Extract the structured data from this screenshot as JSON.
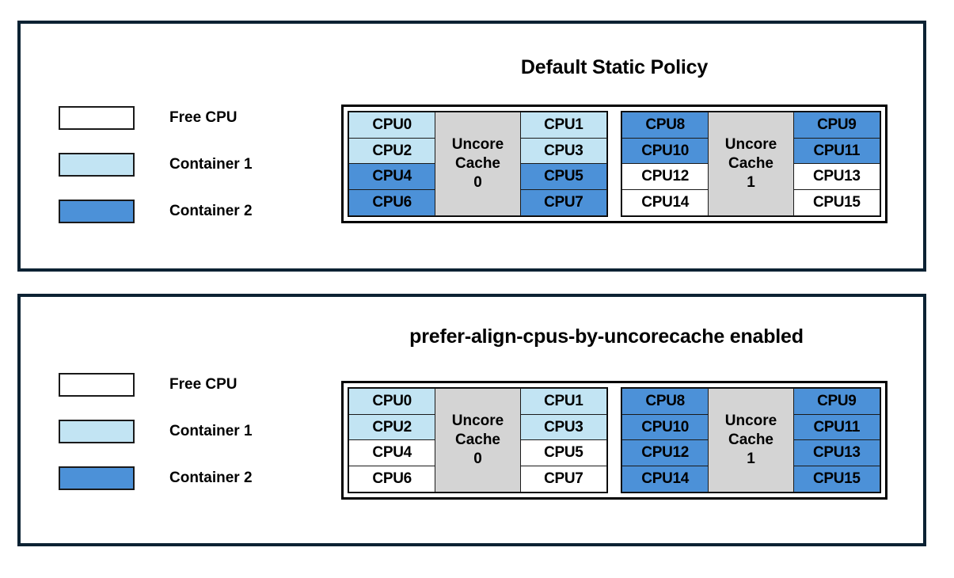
{
  "colors": {
    "free": "#ffffff",
    "container1": "#c2e4f3",
    "container2": "#4c91d8",
    "uncore_cache": "#d4d4d4",
    "panel_border": "#0c2233",
    "cell_border": "#1a1a1a"
  },
  "legend": {
    "items": [
      {
        "label": "Free CPU",
        "fill": "free"
      },
      {
        "label": "Container 1",
        "fill": "container1"
      },
      {
        "label": "Container 2",
        "fill": "container2"
      }
    ]
  },
  "panels": [
    {
      "title": "Default Static Policy",
      "legend": [
        {
          "label": "Free CPU",
          "fill": "free"
        },
        {
          "label": "Container 1",
          "fill": "container1"
        },
        {
          "label": "Container 2",
          "fill": "container2"
        }
      ],
      "cache_groups": [
        {
          "uncore_label_line1": "Uncore",
          "uncore_label_line2": "Cache",
          "uncore_label_line3": "0",
          "left_column": [
            {
              "label": "CPU0",
              "fill": "container1"
            },
            {
              "label": "CPU2",
              "fill": "container1"
            },
            {
              "label": "CPU4",
              "fill": "container2"
            },
            {
              "label": "CPU6",
              "fill": "container2"
            }
          ],
          "right_column": [
            {
              "label": "CPU1",
              "fill": "container1"
            },
            {
              "label": "CPU3",
              "fill": "container1"
            },
            {
              "label": "CPU5",
              "fill": "container2"
            },
            {
              "label": "CPU7",
              "fill": "container2"
            }
          ]
        },
        {
          "uncore_label_line1": "Uncore",
          "uncore_label_line2": "Cache",
          "uncore_label_line3": "1",
          "left_column": [
            {
              "label": "CPU8",
              "fill": "container2"
            },
            {
              "label": "CPU10",
              "fill": "container2"
            },
            {
              "label": "CPU12",
              "fill": "free"
            },
            {
              "label": "CPU14",
              "fill": "free"
            }
          ],
          "right_column": [
            {
              "label": "CPU9",
              "fill": "container2"
            },
            {
              "label": "CPU11",
              "fill": "container2"
            },
            {
              "label": "CPU13",
              "fill": "free"
            },
            {
              "label": "CPU15",
              "fill": "free"
            }
          ]
        }
      ]
    },
    {
      "title": "prefer-align-cpus-by-uncorecache enabled",
      "legend": [
        {
          "label": "Free CPU",
          "fill": "free"
        },
        {
          "label": "Container 1",
          "fill": "container1"
        },
        {
          "label": "Container 2",
          "fill": "container2"
        }
      ],
      "cache_groups": [
        {
          "uncore_label_line1": "Uncore",
          "uncore_label_line2": "Cache",
          "uncore_label_line3": "0",
          "left_column": [
            {
              "label": "CPU0",
              "fill": "container1"
            },
            {
              "label": "CPU2",
              "fill": "container1"
            },
            {
              "label": "CPU4",
              "fill": "free"
            },
            {
              "label": "CPU6",
              "fill": "free"
            }
          ],
          "right_column": [
            {
              "label": "CPU1",
              "fill": "container1"
            },
            {
              "label": "CPU3",
              "fill": "container1"
            },
            {
              "label": "CPU5",
              "fill": "free"
            },
            {
              "label": "CPU7",
              "fill": "free"
            }
          ]
        },
        {
          "uncore_label_line1": "Uncore",
          "uncore_label_line2": "Cache",
          "uncore_label_line3": "1",
          "left_column": [
            {
              "label": "CPU8",
              "fill": "container2"
            },
            {
              "label": "CPU10",
              "fill": "container2"
            },
            {
              "label": "CPU12",
              "fill": "container2"
            },
            {
              "label": "CPU14",
              "fill": "container2"
            }
          ],
          "right_column": [
            {
              "label": "CPU9",
              "fill": "container2"
            },
            {
              "label": "CPU11",
              "fill": "container2"
            },
            {
              "label": "CPU13",
              "fill": "container2"
            },
            {
              "label": "CPU15",
              "fill": "container2"
            }
          ]
        }
      ]
    }
  ]
}
